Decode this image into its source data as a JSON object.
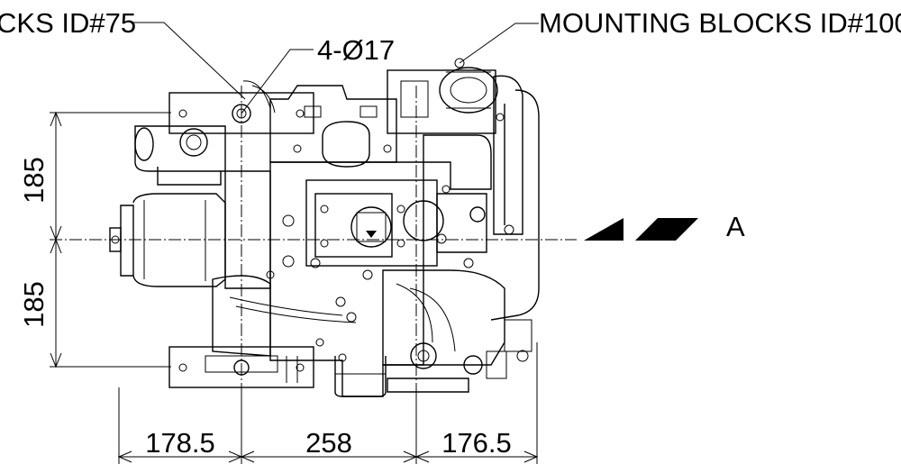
{
  "callouts": {
    "left_blocks": "CKS ID#75",
    "bolt_holes": "4-Ø17",
    "right_blocks": "MOUNTING BLOCKS ID#100"
  },
  "view_marker": {
    "letter": "A"
  },
  "dimensions": {
    "upper_vertical": "185",
    "lower_vertical": "185",
    "bottom_left": "178.5",
    "bottom_middle": "258",
    "bottom_right": "176.5"
  }
}
